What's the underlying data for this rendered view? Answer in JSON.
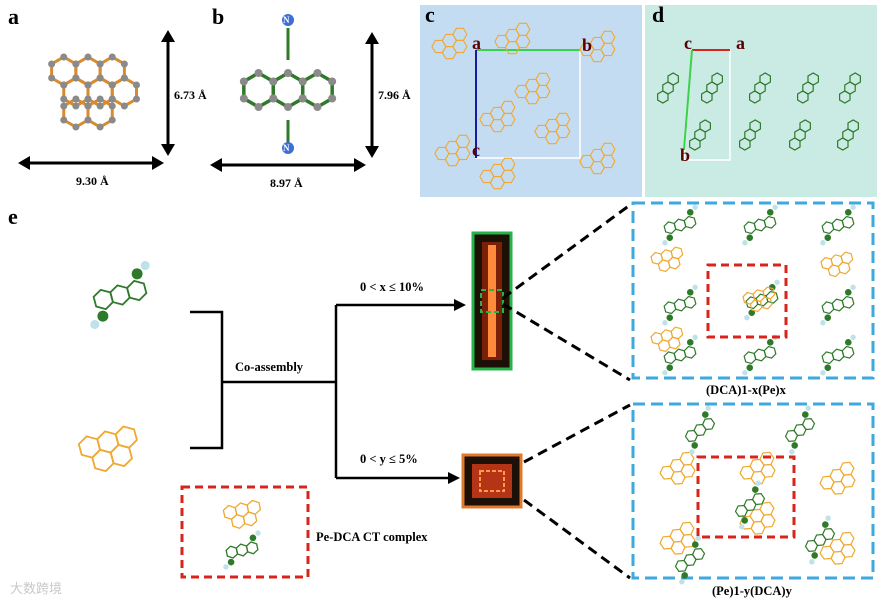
{
  "panels": {
    "a": {
      "label": "a",
      "width": "9.30 Å",
      "height": "6.73 Å"
    },
    "b": {
      "label": "b",
      "width": "8.97 Å",
      "height": "7.96 Å",
      "atom": "N"
    },
    "c": {
      "label": "c",
      "axes": [
        "a",
        "b",
        "c"
      ]
    },
    "d": {
      "label": "d",
      "axes": [
        "c",
        "a",
        "b"
      ]
    },
    "e": {
      "label": "e",
      "co_assembly": "Co-assembly",
      "branch_top": "0 < x ≤ 10%",
      "branch_bottom": "0 < y ≤ 5%",
      "ct_complex": "Pe-DCA  CT complex",
      "crystal_top": "(DCA)1-x(Pe)x",
      "crystal_bottom": "(Pe)1-y(DCA)y"
    }
  },
  "watermark": "大数跨境",
  "colors": {
    "pe": "#f0a830",
    "dca": "#2f7a2a",
    "panel_c_bg": "#c4dcf2",
    "panel_d_bg": "#c9ebe4",
    "dashed_blue": "#3fa9df",
    "dashed_red": "#d9241c",
    "atom_c": "#8a8a8a",
    "atom_n": "#3b6fd6"
  }
}
